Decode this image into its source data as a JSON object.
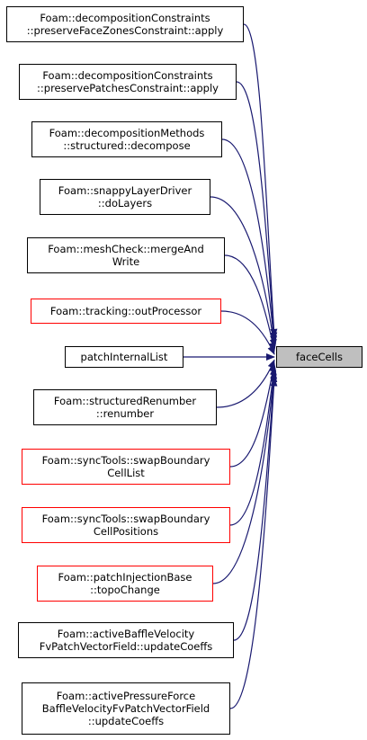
{
  "colors": {
    "edge": "#191970",
    "border_default": "#000000",
    "border_highlight": "#ff0000",
    "target_fill": "#bfbfbf"
  },
  "target": {
    "lines": [
      "faceCells"
    ]
  },
  "callers": [
    {
      "id": "c1",
      "lines": [
        "Foam::decompositionConstraints",
        "::preserveFaceZonesConstraint::apply"
      ],
      "border": "black"
    },
    {
      "id": "c2",
      "lines": [
        "Foam::decompositionConstraints",
        "::preservePatchesConstraint::apply"
      ],
      "border": "black"
    },
    {
      "id": "c3",
      "lines": [
        "Foam::decompositionMethods",
        "::structured::decompose"
      ],
      "border": "black"
    },
    {
      "id": "c4",
      "lines": [
        "Foam::snappyLayerDriver",
        "::doLayers"
      ],
      "border": "black"
    },
    {
      "id": "c5",
      "lines": [
        "Foam::meshCheck::mergeAnd",
        "Write"
      ],
      "border": "black"
    },
    {
      "id": "c6",
      "lines": [
        "Foam::tracking::outProcessor"
      ],
      "border": "red"
    },
    {
      "id": "c7",
      "lines": [
        "patchInternalList"
      ],
      "border": "black"
    },
    {
      "id": "c8",
      "lines": [
        "Foam::structuredRenumber",
        "::renumber"
      ],
      "border": "black"
    },
    {
      "id": "c9",
      "lines": [
        "Foam::syncTools::swapBoundary",
        "CellList"
      ],
      "border": "red"
    },
    {
      "id": "c10",
      "lines": [
        "Foam::syncTools::swapBoundary",
        "CellPositions"
      ],
      "border": "red"
    },
    {
      "id": "c11",
      "lines": [
        "Foam::patchInjectionBase",
        "::topoChange"
      ],
      "border": "red"
    },
    {
      "id": "c12",
      "lines": [
        "Foam::activeBaffleVelocity",
        "FvPatchVectorField::updateCoeffs"
      ],
      "border": "black"
    },
    {
      "id": "c13",
      "lines": [
        "Foam::activePressureForce",
        "BaffleVelocityFvPatchVectorField",
        "::updateCoeffs"
      ],
      "border": "black"
    }
  ]
}
